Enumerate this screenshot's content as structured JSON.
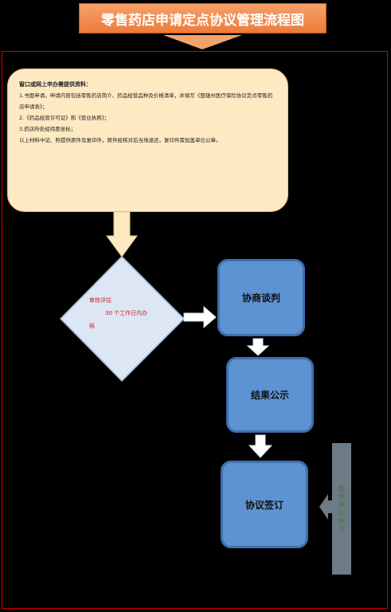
{
  "title": "零售药店申请定点协议管理流程图",
  "requirements": {
    "heading": "窗口或网上申办需提供资料：",
    "items": [
      "1.书面申请。申请内容包括零售药店简介、药品经营品种及价格清单，并填写《楚雄州医疗保险协议定点零售药店申请表》；",
      "2.《药品经营许可证》和《营业执照》；",
      "3.药店所处经纬度坐标；",
      "以上材料中证、照提供原件及复印件，原件经核对后当场退还，复印件需加盖单位公章。"
    ]
  },
  "review": {
    "line1": "审核评估",
    "line2": "30 个工作日内办",
    "line3": "结"
  },
  "steps": {
    "negotiation": "协商谈判",
    "publicity": "结果公示",
    "signing": "协议签订"
  },
  "side_label": "医保中心执行",
  "colors": {
    "banner": "#ee7b3a",
    "requirement_box": "#fde9c2",
    "diamond": "#dde6f3",
    "step_box": "#5d93d3",
    "arrow": "#fde9c2",
    "side_bar": "#6d7b86",
    "frame_border": "#d00000"
  }
}
